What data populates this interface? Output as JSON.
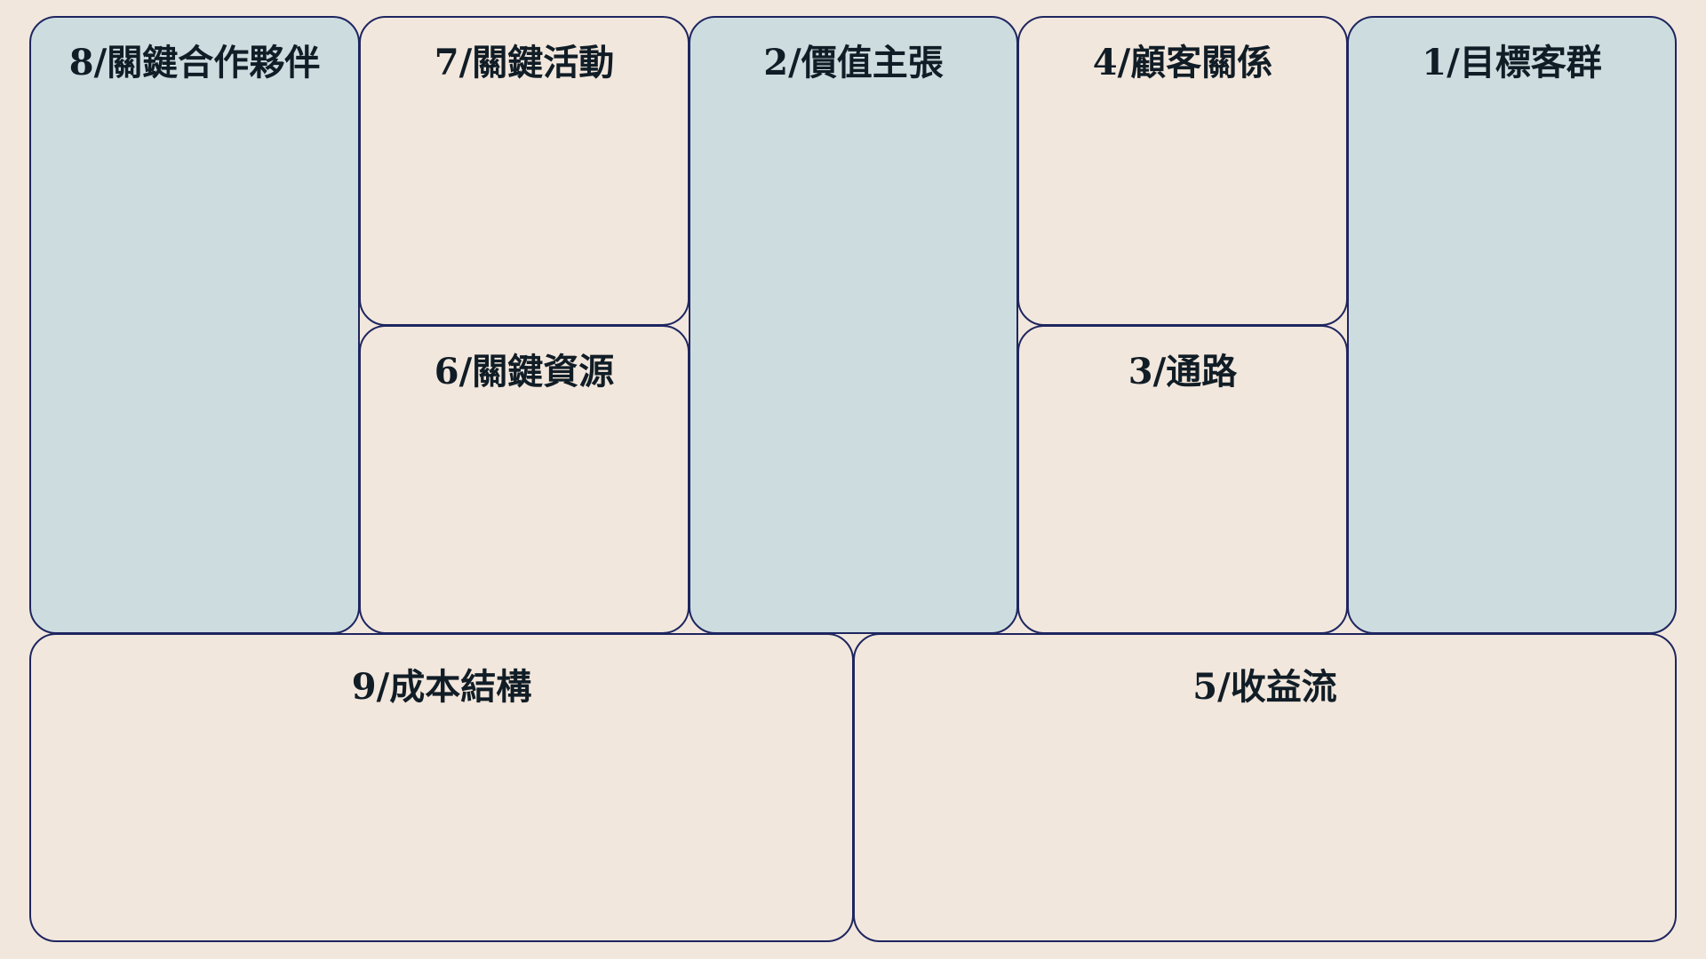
{
  "canvas": {
    "colors": {
      "background": "#f2e7dd",
      "highlight": "#cddcdf",
      "border": "#1e2660",
      "text": "#111d26"
    },
    "blocks": {
      "key_partners": "8/關鍵合作夥伴",
      "key_activities": "7/關鍵活動",
      "key_resources": "6/關鍵資源",
      "value_propositions": "2/價值主張",
      "customer_relationships": "4/顧客關係",
      "channels": "3/通路",
      "customer_segments": "1/目標客群",
      "cost_structure": "9/成本結構",
      "revenue_streams": "5/收益流"
    }
  }
}
